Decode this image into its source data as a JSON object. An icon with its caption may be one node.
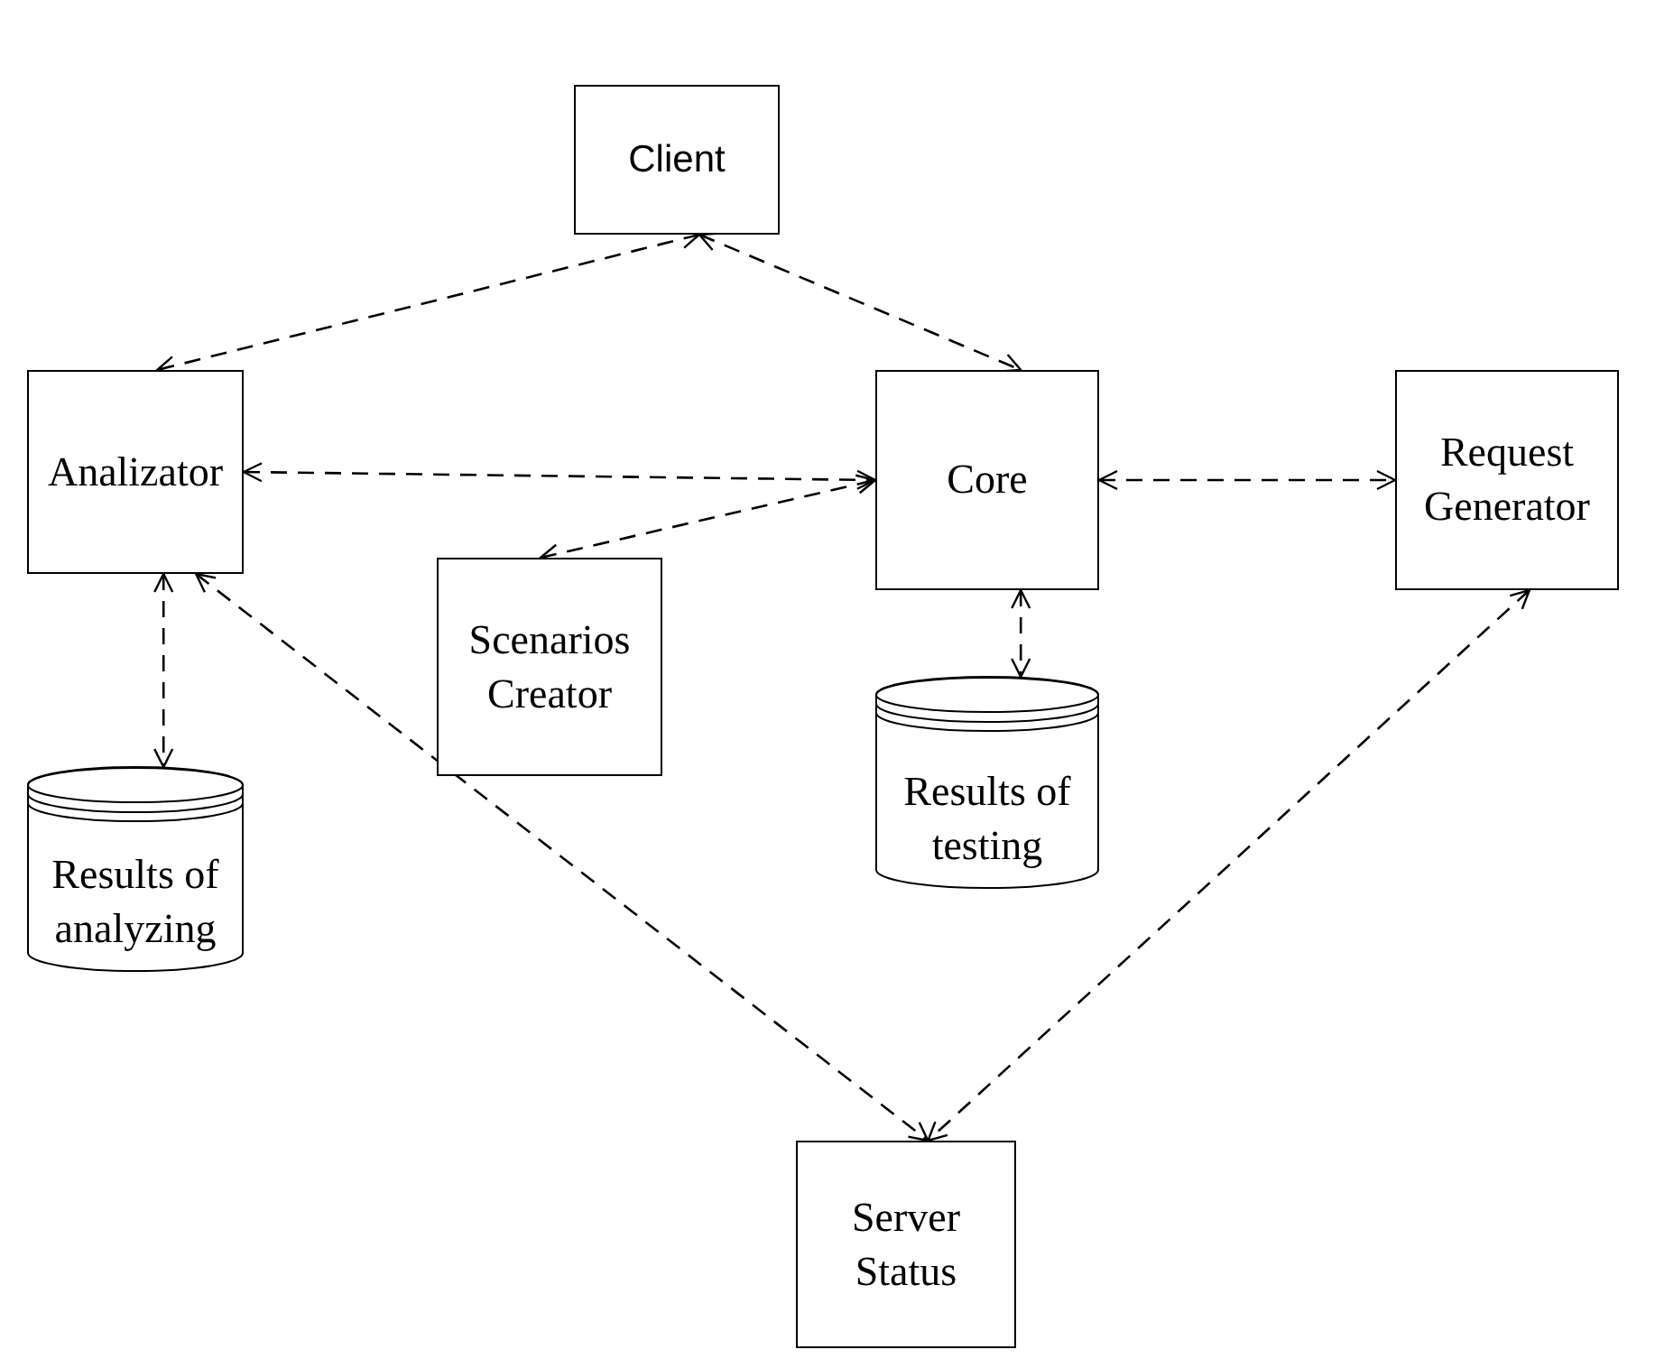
{
  "diagram": {
    "nodes": [
      {
        "text": [
          "Client"
        ]
      },
      {
        "text": [
          "Analizator"
        ]
      },
      {
        "text": [
          "Core"
        ]
      },
      {
        "text": [
          "Request Generator"
        ]
      },
      {
        "text": [
          "Scenarios Creator"
        ]
      },
      {
        "text": [
          "Results of testing"
        ]
      },
      {
        "text": [
          "Results of analyzing"
        ]
      },
      {
        "text": [
          "Server Status"
        ]
      }
    ],
    "edges": [
      {
        "from": 0,
        "to": 1,
        "arrow": "both",
        "style": "dashed"
      },
      {
        "from": 0,
        "to": 2,
        "arrow": "both",
        "style": "dashed"
      },
      {
        "from": 1,
        "to": 2,
        "arrow": "both",
        "style": "dashed"
      },
      {
        "from": 4,
        "to": 2,
        "arrow": "both",
        "style": "dashed"
      },
      {
        "from": 2,
        "to": 3,
        "arrow": "both",
        "style": "dashed"
      },
      {
        "from": 2,
        "to": 5,
        "arrow": "both",
        "style": "dashed"
      },
      {
        "from": 1,
        "to": 6,
        "arrow": "both",
        "style": "dashed"
      },
      {
        "from": 1,
        "to": 7,
        "arrow": "both",
        "style": "dashed"
      },
      {
        "from": 3,
        "to": 7,
        "arrow": "both",
        "style": "dashed"
      }
    ]
  }
}
